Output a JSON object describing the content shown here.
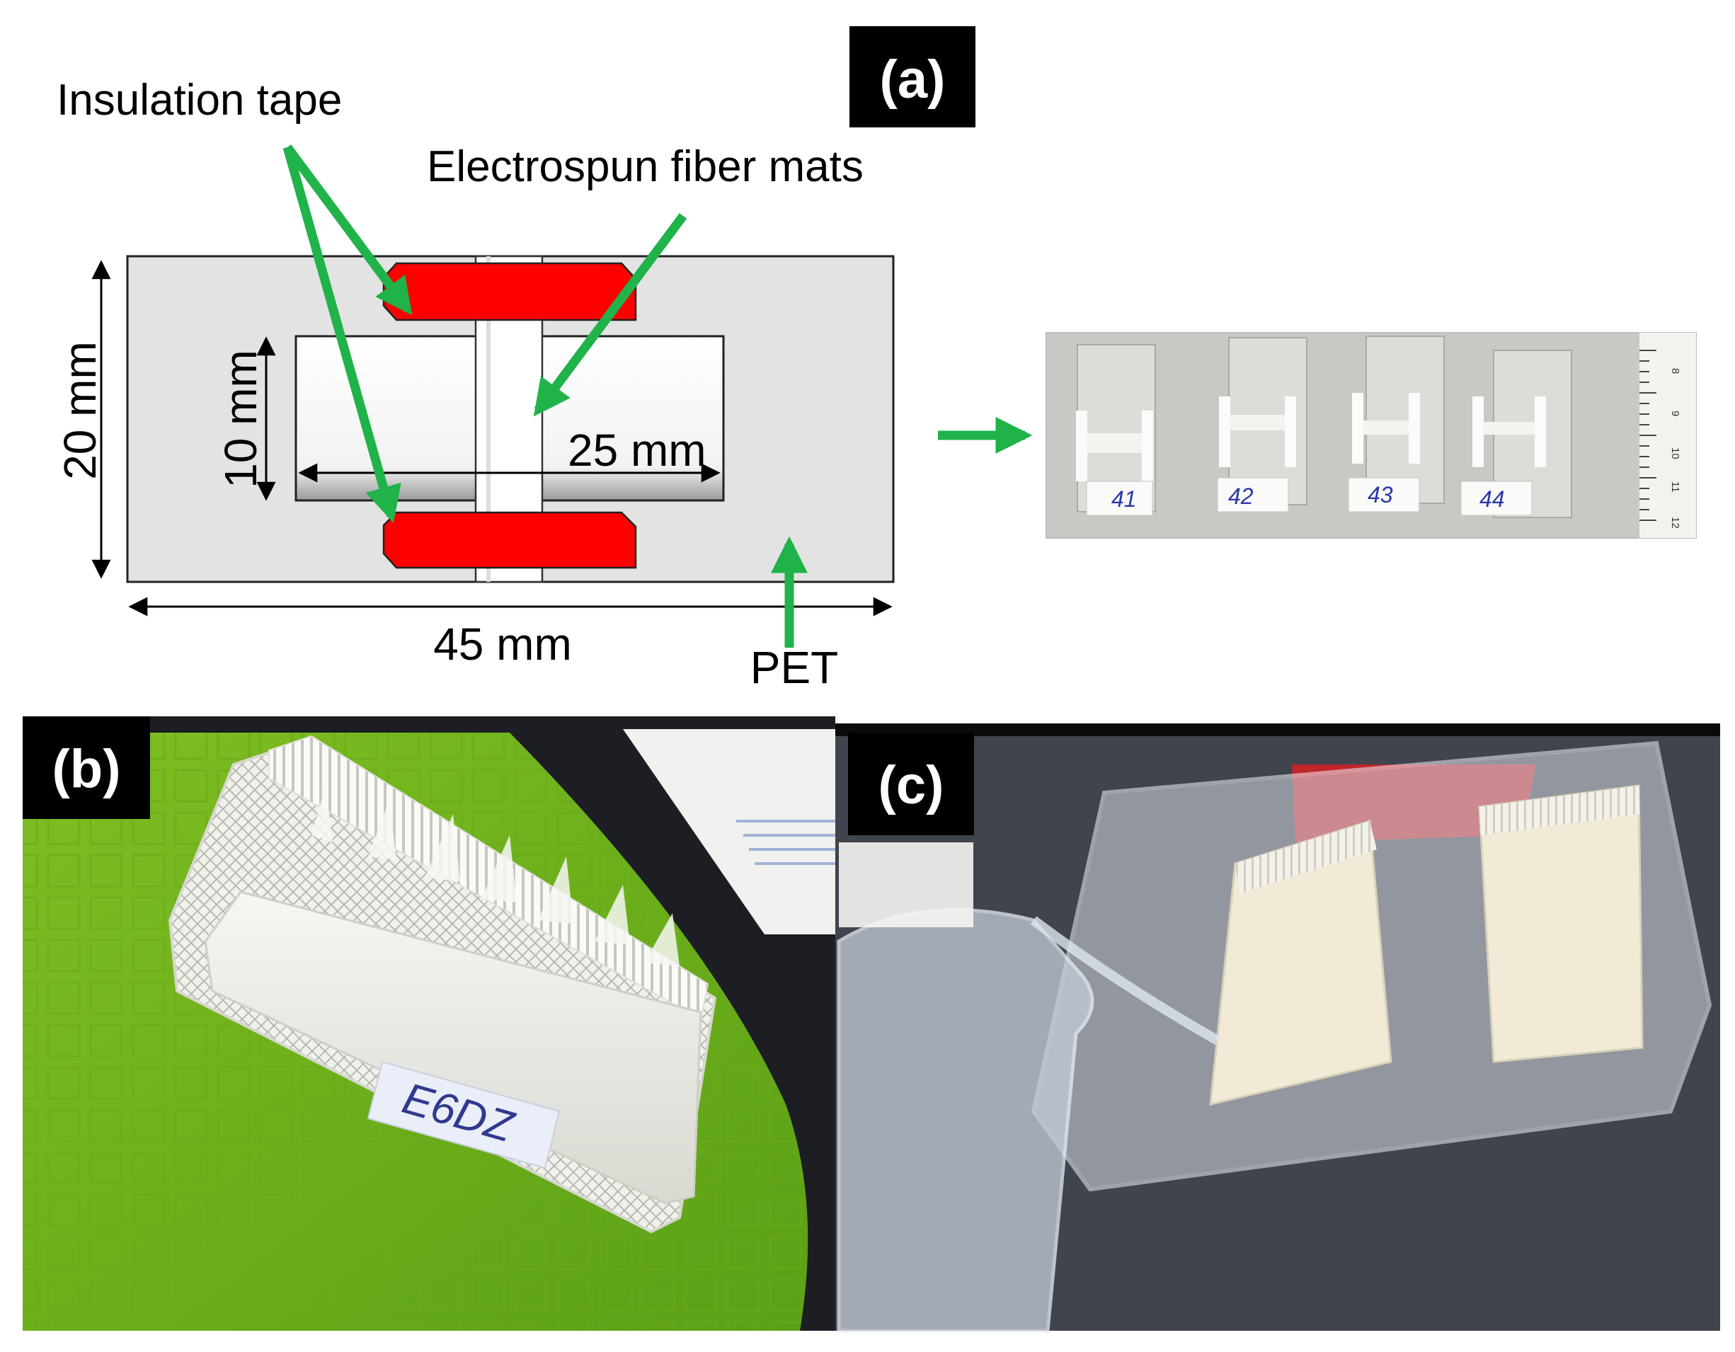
{
  "panels": {
    "a": {
      "tag": "(a)",
      "callouts": {
        "insulation_tape": "Insulation tape",
        "fiber_mats": "Electrospun fiber mats",
        "substrate": "PET"
      },
      "dimensions": {
        "height_outer": "20 mm",
        "height_inner": "10 mm",
        "width_inner": "25 mm",
        "width_outer": "45 mm"
      },
      "photo_sample_labels": [
        "41",
        "42",
        "43",
        "44"
      ],
      "ruler_ticks": [
        "8",
        "9",
        "10",
        "11",
        "12"
      ]
    },
    "b": {
      "tag": "(b)",
      "rack_label": "E6DZ"
    },
    "c": {
      "tag": "(c)"
    }
  },
  "colors": {
    "arrow": "#1fb34a",
    "tape": "#ff0000",
    "pet": "#e3e3e3",
    "tag_background": "#000000"
  }
}
